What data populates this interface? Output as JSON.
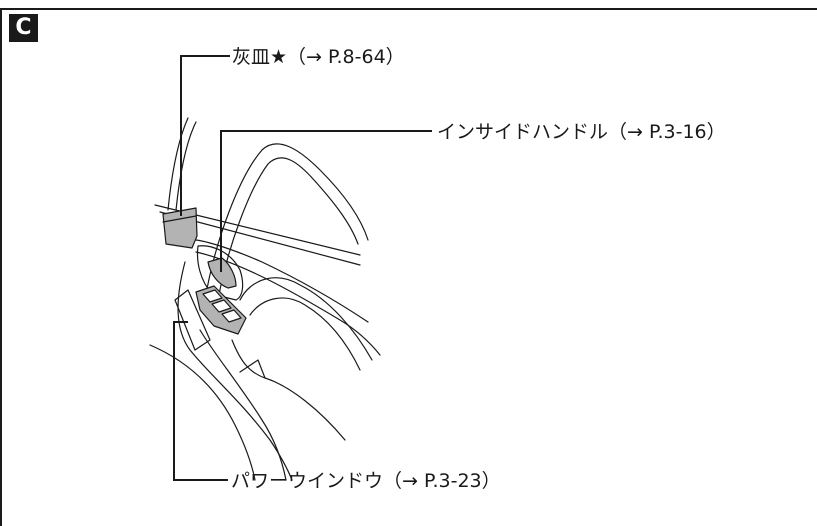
{
  "section_badge": "C",
  "callouts": {
    "ashtray": "灰皿★（→ P.8-64）",
    "inside_handle": "インサイドハンドル（→ P.3-16）",
    "power_window": "パワーウインドウ（→ P.3-23）"
  },
  "colors": {
    "ink": "#1a1a1a",
    "part_fill": "#b3b3b3",
    "background": "#ffffff"
  }
}
